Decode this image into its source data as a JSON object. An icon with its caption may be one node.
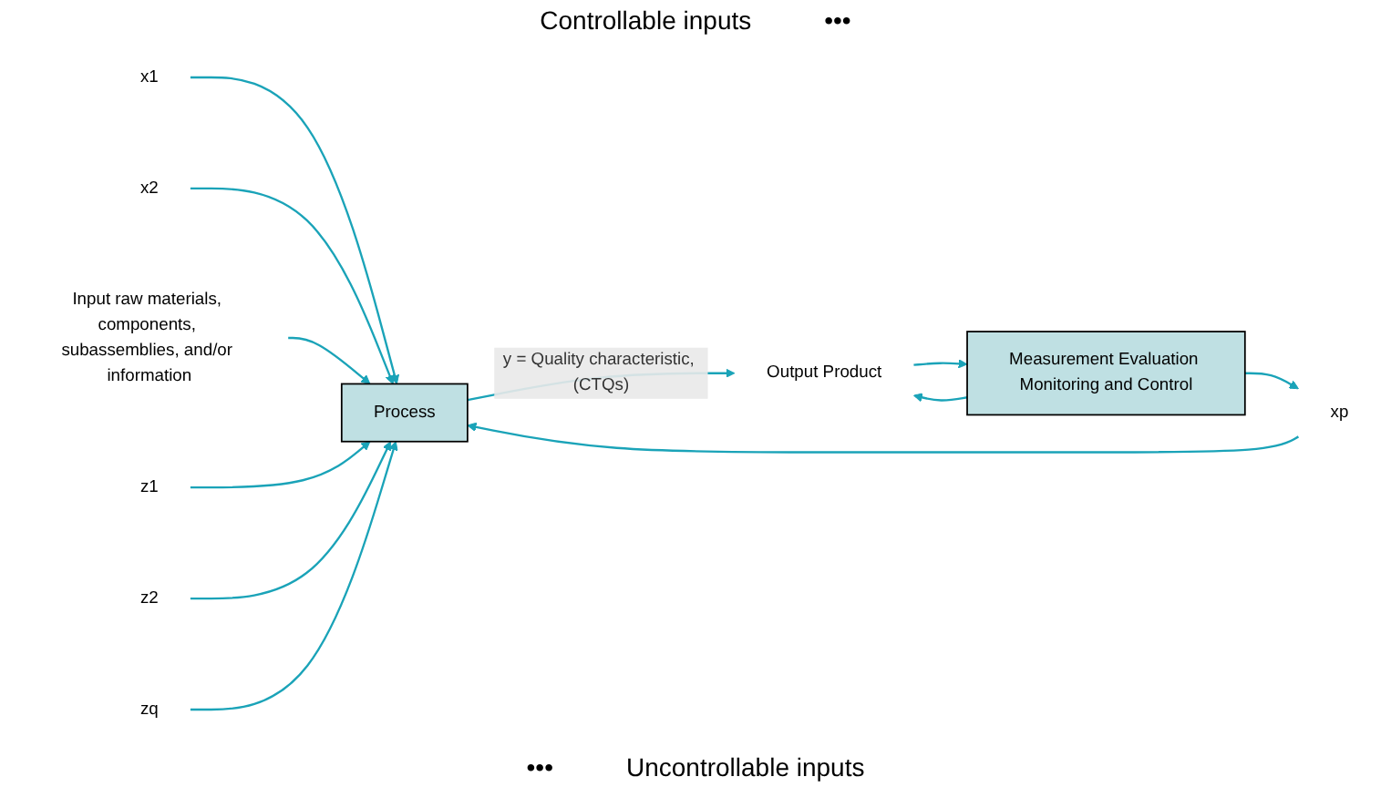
{
  "diagram": {
    "nodes": [
      {
        "text": [
          "x1"
        ]
      },
      {
        "text": [
          "x2"
        ]
      },
      {
        "text": [
          "xp"
        ]
      },
      {
        "text": [
          "Input raw materials, components, subassemblies, and/or information"
        ]
      },
      {
        "text": [
          "Process"
        ]
      },
      {
        "text": [
          "Measurement Evaluation Monitoring and Control"
        ]
      },
      {
        "text": [
          "Output Product"
        ]
      },
      {
        "text": [
          "z1"
        ]
      },
      {
        "text": [
          "z2"
        ]
      },
      {
        "text": [
          "zq"
        ]
      }
    ],
    "edges": [
      {
        "from": 0,
        "to": 4,
        "arrow": "to"
      },
      {
        "from": 1,
        "to": 4,
        "arrow": "to"
      },
      {
        "from": 2,
        "to": 4,
        "arrow": "to"
      },
      {
        "from": 3,
        "to": 4,
        "arrow": "to"
      },
      {
        "from": 4,
        "to": 6,
        "arrow": "to",
        "label": "y = Quality characteristic, (CTQs)"
      },
      {
        "from": 5,
        "to": 6,
        "arrow": "to"
      },
      {
        "from": 6,
        "to": 5,
        "arrow": "to"
      },
      {
        "from": 5,
        "to": 2,
        "arrow": "to"
      },
      {
        "from": 7,
        "to": 4,
        "arrow": "to"
      },
      {
        "from": 8,
        "to": 4,
        "arrow": "to"
      },
      {
        "from": 9,
        "to": 4,
        "arrow": "to"
      }
    ],
    "labels": [
      "Controllable inputs",
      "•••",
      "•••",
      "Uncontrollable inputs"
    ]
  }
}
